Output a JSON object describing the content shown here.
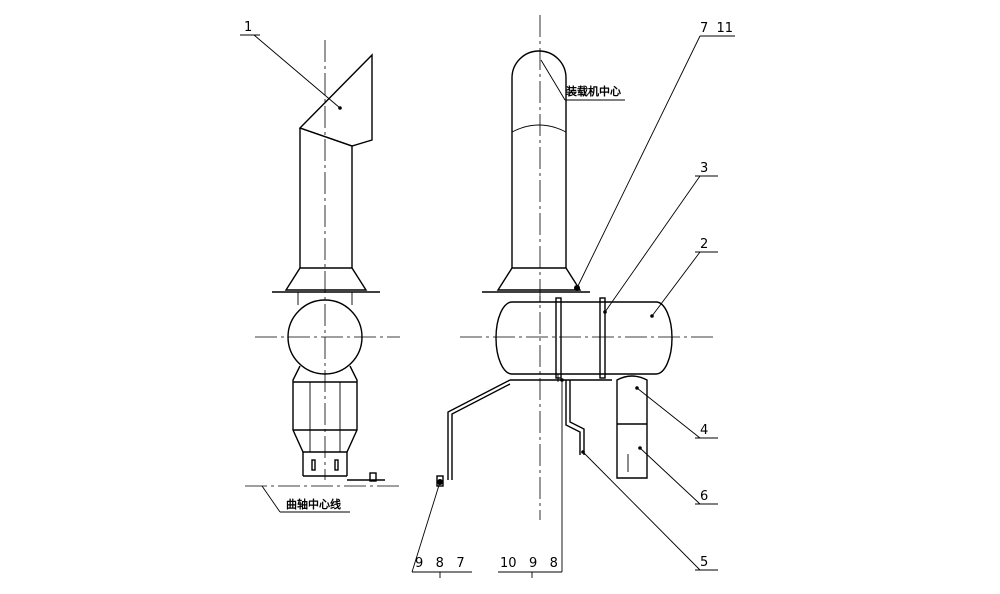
{
  "drawing": {
    "callouts": {
      "c1": "1",
      "c2": "2",
      "c3": "3",
      "c4": "4",
      "c5": "5",
      "c6": "6",
      "c7_11": "7  11",
      "c9_8_7": "9   8   7",
      "c10_9_8": "10   9   8"
    },
    "notes": {
      "loader_center": "装载机中心",
      "crankshaft_centerline": "曲轴中心线"
    }
  }
}
